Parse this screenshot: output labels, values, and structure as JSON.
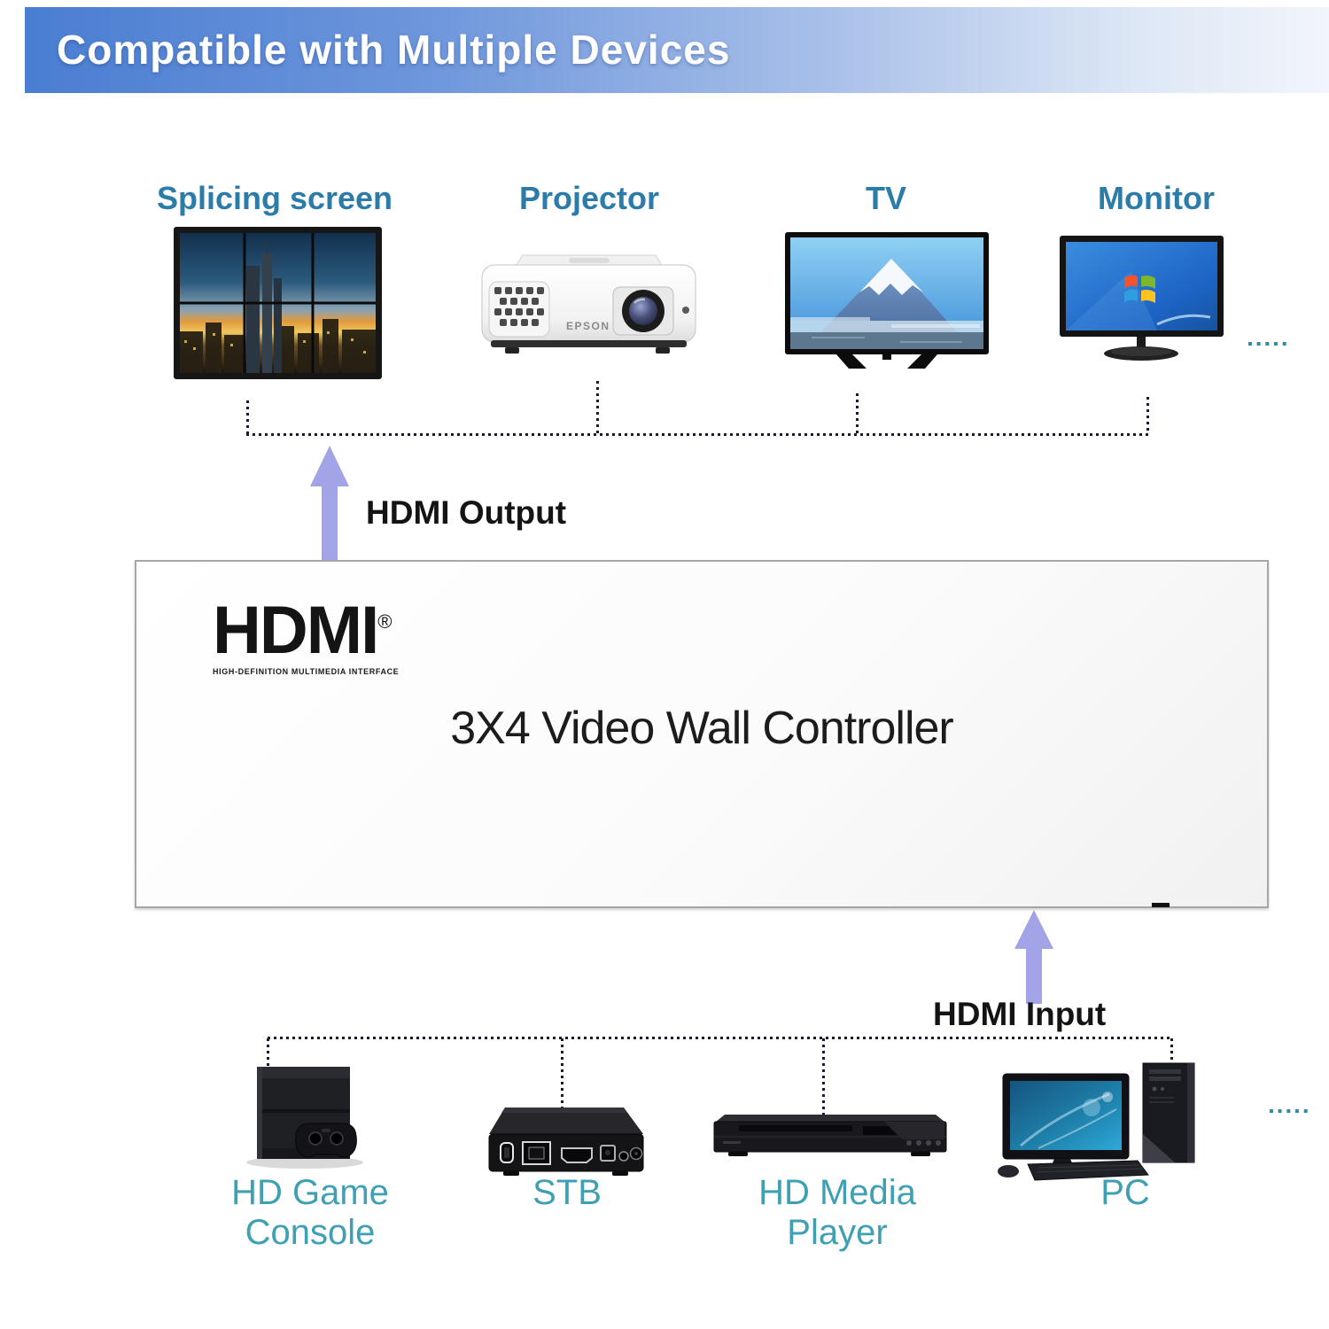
{
  "header": {
    "title": "Compatible with Multiple Devices"
  },
  "output_section": {
    "arrow_label": "HDMI Output",
    "devices": [
      {
        "name": "splicing-screen",
        "label": "Splicing screen"
      },
      {
        "name": "projector",
        "label": "Projector",
        "brand": "EPSON"
      },
      {
        "name": "tv",
        "label": "TV"
      },
      {
        "name": "monitor",
        "label": "Monitor"
      }
    ],
    "ellipsis": "▪▪▪▪▪"
  },
  "controller": {
    "logo_text": "HDMI",
    "logo_registered": "®",
    "logo_subtitle": "HIGH-DEFINITION MULTIMEDIA INTERFACE",
    "title": "3X4 Video Wall Controller"
  },
  "input_section": {
    "arrow_label": "HDMI Input",
    "devices": [
      {
        "name": "hd-game-console",
        "label": "HD Game Console"
      },
      {
        "name": "stb",
        "label": "STB"
      },
      {
        "name": "hd-media-player",
        "label": "HD Media Player"
      },
      {
        "name": "pc",
        "label": "PC"
      }
    ],
    "ellipsis": "▪▪▪▪▪"
  },
  "colors": {
    "banner_start": "#4a7ed2",
    "banner_end": "#f2f5fb",
    "top_label": "#2c7ca9",
    "bottom_label": "#3f9fb3",
    "arrow": "#a3a3e8",
    "dotted_line": "#1b1b2f"
  }
}
